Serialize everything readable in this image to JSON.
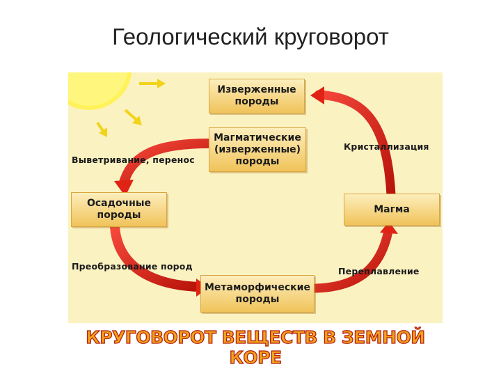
{
  "title": "Геологический круговорот",
  "nodes": {
    "igneous": "Изверженные\nпороды",
    "magmatic": "Магматические\n(изверженные)\nпороды",
    "sedimentary": "Осадочные\nпороды",
    "magma": "Магма",
    "metamorphic": "Метаморфические\nпороды"
  },
  "labels": {
    "weathering": "Выветривание, перенос",
    "crystallization": "Кристаллизация",
    "transformation": "Преобразование пород",
    "remelting": "Переплавление"
  },
  "banner": "КРУГОВОРОТ ВЕЩЕСТВ В ЗЕМНОЙ КОРЕ",
  "colors": {
    "arrow": "#e02315",
    "arrow_dark": "#a40f08",
    "sun": "#fff25a",
    "panel": "#fbf2c2",
    "node_fill": "#f3cf72",
    "banner_fill": "#f3a21b",
    "banner_stroke": "#b32010"
  },
  "icons": [
    "sun-icon",
    "sun-ray-arrow-icon"
  ]
}
